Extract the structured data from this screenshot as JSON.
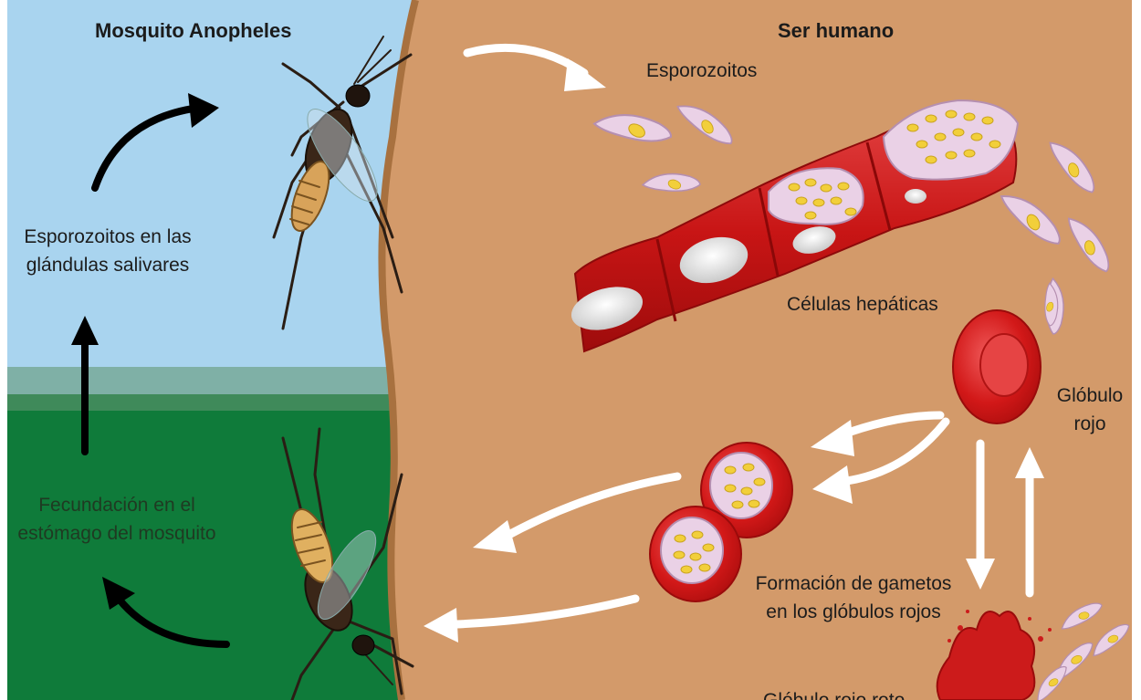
{
  "left_panel": {
    "title": "Mosquito Anopheles",
    "stage_salivary_line1": "Esporozoitos en las",
    "stage_salivary_line2": "glándulas salivares",
    "stage_fertilization_line1": "Fecundación en el",
    "stage_fertilization_line2": "estómago del mosquito"
  },
  "right_panel": {
    "title": "Ser humano",
    "sporozoites": "Esporozoitos",
    "liver_cells": "Células hepáticas",
    "red_cell_line1": "Glóbulo",
    "red_cell_line2": "rojo",
    "gametes_line1": "Formación de gametos",
    "gametes_line2": "en los glóbulos rojos",
    "broken_red_cell": "Glóbulo rojo roto"
  },
  "colors": {
    "sky": "#a9d4ef",
    "grass": "#0f7b3a",
    "skin": "#d39a6a",
    "blood_red": "#cc1b1b",
    "parasite_yellow": "#f2cf3a",
    "parasite_pink": "#ead1e6",
    "arrow_black": "#000000",
    "arrow_white": "#ffffff"
  }
}
